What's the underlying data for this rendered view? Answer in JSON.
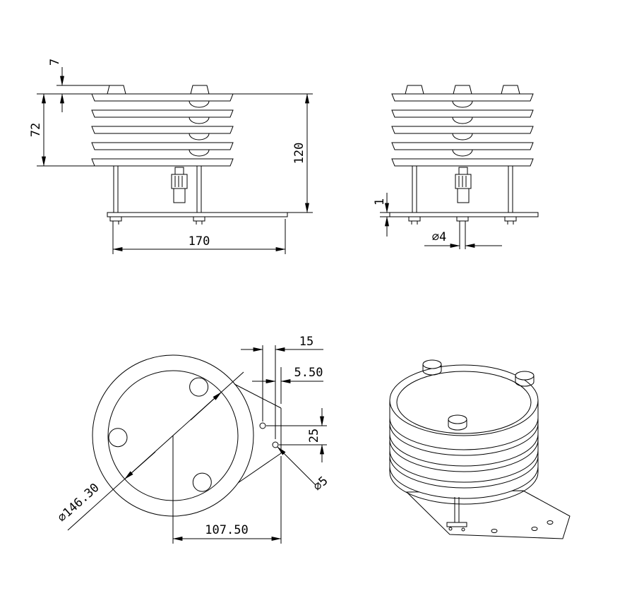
{
  "colors": {
    "background": "#ffffff",
    "line": "#000000"
  },
  "dimensions": {
    "front": {
      "cap_height": "7",
      "louver_stack_height": "72",
      "overall_height": "120",
      "base_width": "170"
    },
    "side": {
      "base_plate_thickness": "1",
      "bolt_diameter": "⌀4"
    },
    "bottom": {
      "hole_offset_horizontal": "15",
      "hole_edge_offset": "5.50",
      "hole_spacing_vertical": "25",
      "tab_hole_diameter": "⌀5",
      "shield_diameter": "⌀146.30",
      "center_to_edge": "107.50"
    }
  }
}
